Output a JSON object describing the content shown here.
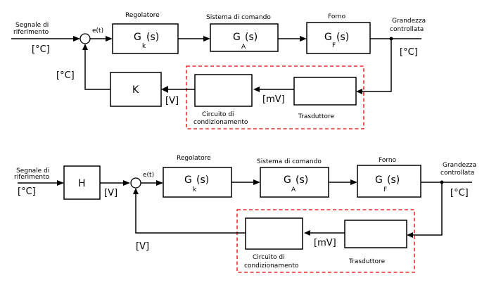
{
  "diagram1": {
    "input_label_line1": "Segnale di",
    "input_label_line2": "riferimento",
    "input_unit": "[°C]",
    "error_label": "e(t)",
    "feedback_unit": "[°C]",
    "regulator": {
      "title": "Regolatore",
      "g": "G",
      "s": "(s)",
      "sub": "k"
    },
    "actuator": {
      "title": "Sistema di comando",
      "g": "G",
      "s": "(s)",
      "sub": "A"
    },
    "furnace": {
      "title": "Forno",
      "g": "G",
      "s": "(s)",
      "sub": "F"
    },
    "output_label_line1": "Grandezza",
    "output_label_line2": "controllata",
    "output_unit": "[°C]",
    "k_block": "K",
    "k_input_unit": "[V]",
    "transducer_unit": "[mV]",
    "conditioning_label_line1": "Circuito di",
    "conditioning_label_line2": "condizionamento",
    "transducer_label": "Trasduttore"
  },
  "diagram2": {
    "input_label_line1": "Segnale di",
    "input_label_line2": "riferimento",
    "input_unit": "[°C]",
    "h_block": "H",
    "h_output_unit": "[V]",
    "error_label": "e(t)",
    "feedback_unit": "[V]",
    "regulator": {
      "title": "Regolatore",
      "g": "G",
      "s": "(s)",
      "sub": "k"
    },
    "actuator": {
      "title": "Sistema di comando",
      "g": "G",
      "s": "(s)",
      "sub": "A"
    },
    "furnace": {
      "title": "Forno",
      "g": "G",
      "s": "(s)",
      "sub": "F"
    },
    "output_label_line1": "Grandezza",
    "output_label_line2": "controllata",
    "output_unit": "[°C]",
    "transducer_unit": "[mV]",
    "conditioning_label_line1": "Circuito di",
    "conditioning_label_line2": "condizionamento",
    "transducer_label": "Trasduttore"
  },
  "colors": {
    "line": "#000000",
    "dashed_box": "#e00000",
    "background": "#ffffff"
  }
}
